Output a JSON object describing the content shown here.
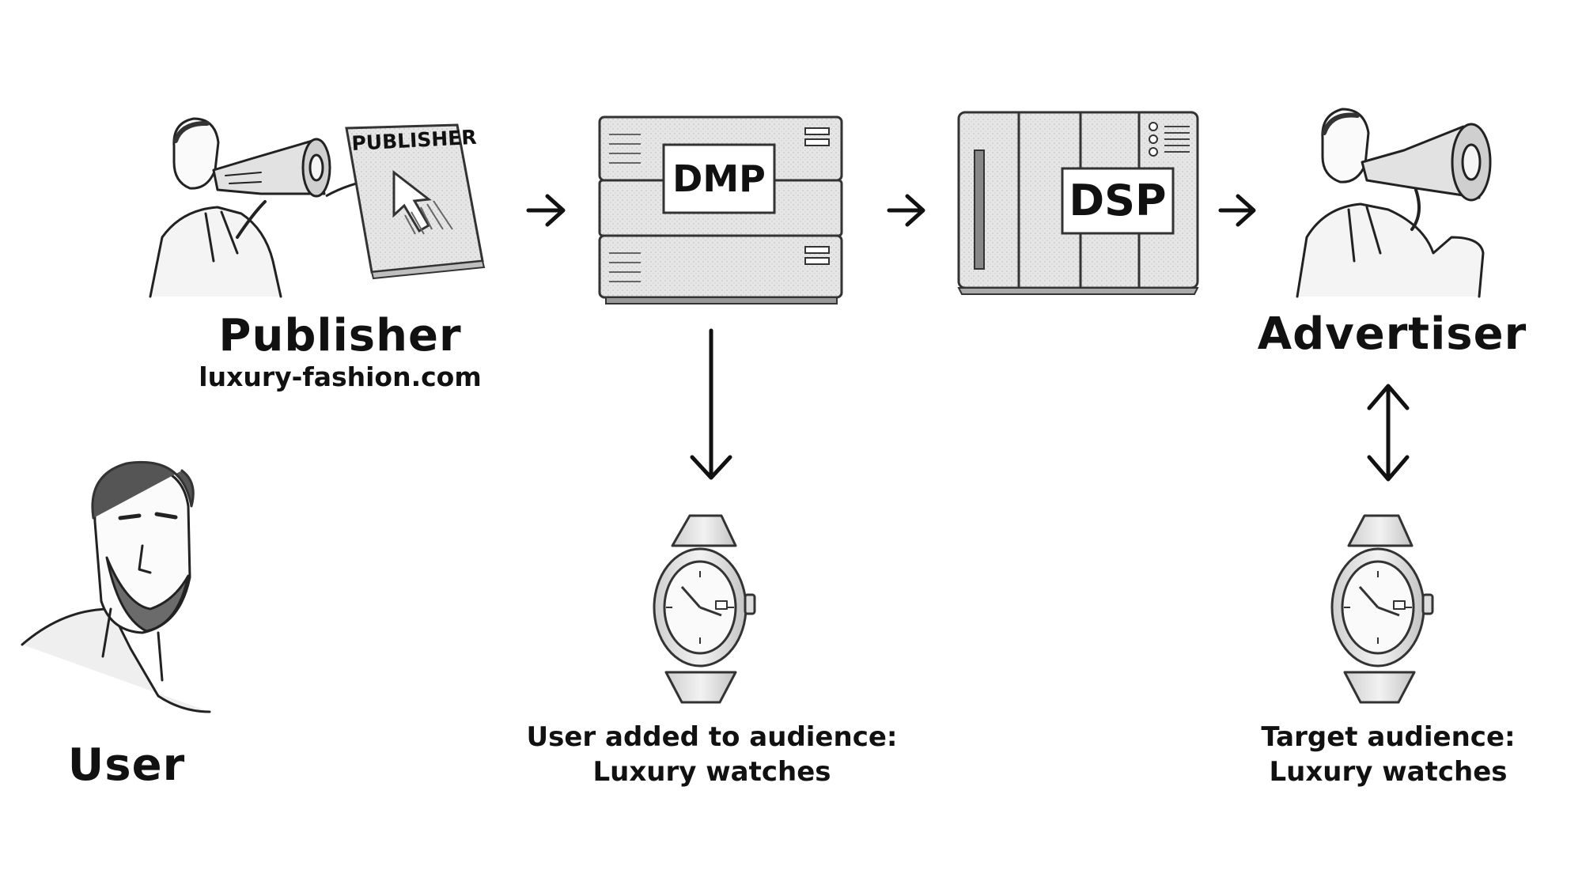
{
  "publisher": {
    "title": "Publisher",
    "domain": "luxury-fashion.com",
    "magazine_text": "PUBLISHER"
  },
  "dmp": {
    "label": "DMP"
  },
  "dsp": {
    "label": "DSP"
  },
  "advertiser": {
    "title": "Advertiser"
  },
  "user": {
    "title": "User"
  },
  "audience_added": {
    "line1": "User added to audience:",
    "line2": "Luxury watches"
  },
  "target_audience": {
    "line1": "Target audience:",
    "line2": "Luxury watches"
  },
  "icons": [
    "megaphone-icon",
    "magazine-icon",
    "cursor-icon",
    "server-icon",
    "watch-icon",
    "arrow-icon"
  ],
  "colors": {
    "ink": "#111111",
    "paper": "#ffffff",
    "shade": "#d9d9d9"
  }
}
